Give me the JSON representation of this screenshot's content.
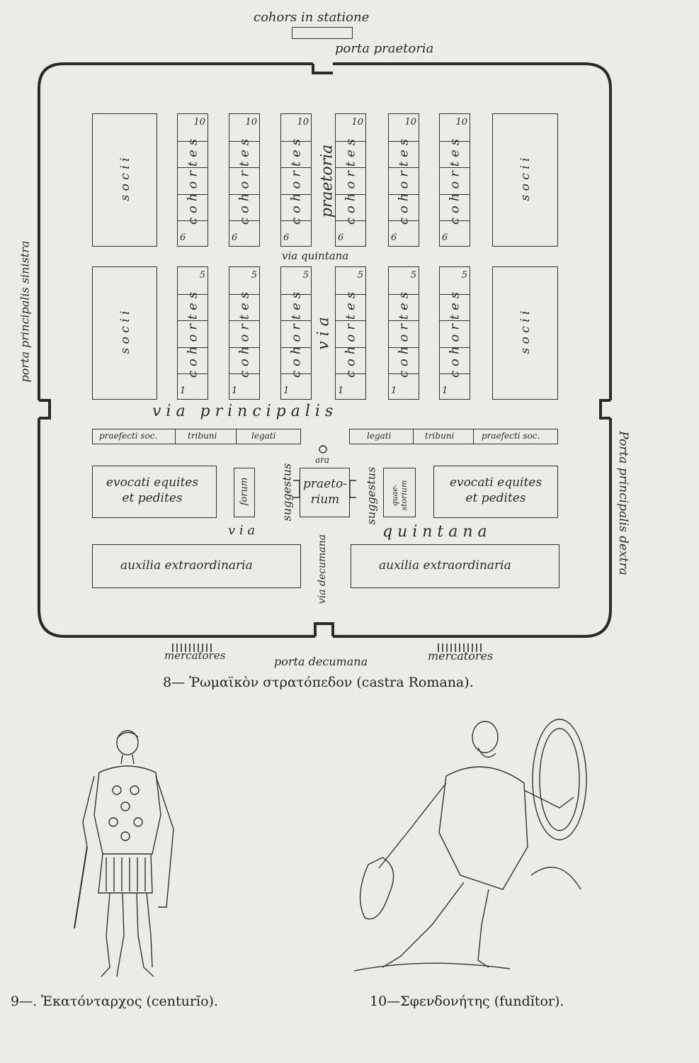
{
  "camp": {
    "top_label": "cohors in statione",
    "gate_top": "porta praetoria",
    "gate_left": "porta principalis sinistra",
    "gate_right": "Porta principalis dextra",
    "gate_bottom": "porta decumana",
    "via_quintana_top": "via quintana",
    "via_praetoria_upper": "praetoria",
    "via_praetoria_lower": "v i a",
    "via_principalis": "v i a   p r i n c i p a l i s",
    "socii": "s o c i i",
    "cohortes": "cohortes",
    "cohort_top_numbers": {
      "high": "10",
      "low": "6"
    },
    "cohort_bottom_numbers": {
      "high": "5",
      "low": "1"
    },
    "officers_left": [
      "praefecti soc.",
      "tribuni",
      "legati"
    ],
    "officers_right": [
      "legati",
      "tribuni",
      "praefecti soc."
    ],
    "ara": "ara",
    "evocati": "evocati equites et pedites",
    "forum": "forum",
    "suggestus": "suggestus",
    "praetorium": "praeto- rium",
    "quaestorium": "quae- storium",
    "via_quintana_bottom_left": "v i a",
    "via_quintana_bottom_right": "q u i n t a n a",
    "auxilia": "auxilia extraordinaria",
    "via_decumana": "via decumana",
    "mercatores": "mercatores"
  },
  "captions": {
    "fig8": "8— Ῥωμαϊκὸν στρατόπεδον (castra Romana).",
    "fig9": "9—. Ἑκατόνταρχος (centurĭo).",
    "fig10": "10—Σφενδονήτης (fundĭtor)."
  }
}
